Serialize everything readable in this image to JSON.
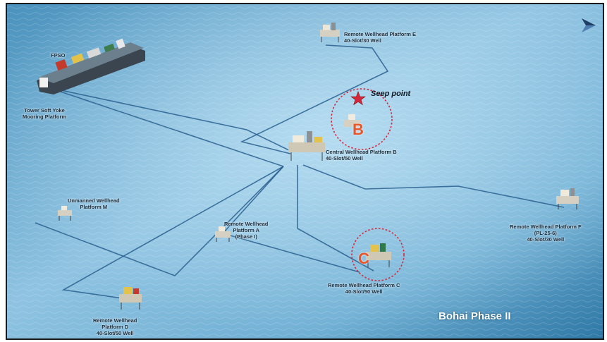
{
  "title": "Bohai Phase II",
  "seep_point": "Seep point",
  "markers": {
    "b": "B",
    "c": "C"
  },
  "colors": {
    "sea_dark": "#2f78a6",
    "sea_light": "#8fc3e1",
    "pipeline": "#2a5f8e",
    "highlight_circle": "#d6263a",
    "marker_letter": "#e8552a"
  },
  "labels": {
    "fpso": "FPSO",
    "tower": [
      "Tower Soft Yoke",
      "Mooring Platform"
    ],
    "platform_e": [
      "Remote Wellhead Platform E",
      "40-Slot/30 Well"
    ],
    "platform_b": [
      "Central Wellhead Platform B",
      "40-Slot/50 Well"
    ],
    "platform_m": [
      "Unmanned Wellhead",
      "Platform M"
    ],
    "platform_a": [
      "Remote Wellhead",
      "Platform A",
      "(Phase I)"
    ],
    "platform_f": [
      "Remote Wellhead Platform F",
      "(PL-25-6)",
      "40-Slot/30 Well"
    ],
    "platform_c": [
      "Remote Wellhead Platform C",
      "40-Slot/50 Well"
    ],
    "platform_d": [
      "Remote Wellhead",
      "Platform D",
      "40-Slot/50 Well"
    ]
  },
  "icons": {
    "north_arrow": "north-arrow-icon",
    "seep_star": "star-icon"
  }
}
